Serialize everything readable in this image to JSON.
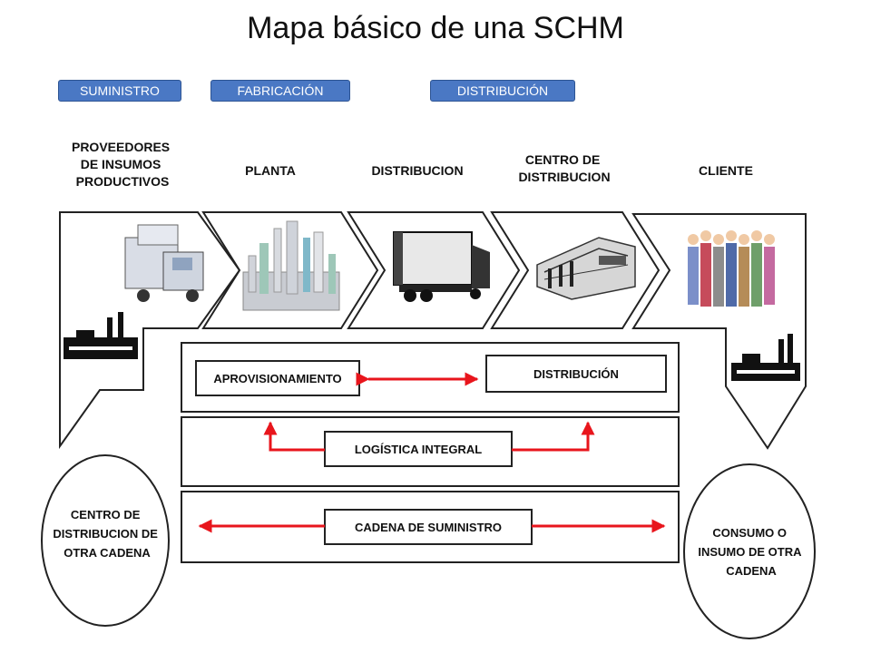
{
  "title": "Mapa básico de una SCHM",
  "stage_tags": [
    "SUMINISTRO",
    "FABRICACIÓN",
    "DISTRIBUCIÓN"
  ],
  "stages": [
    {
      "lines": [
        "PROVEEDORES",
        "DE INSUMOS",
        "PRODUCTIVOS"
      ],
      "icon": "truck-icon"
    },
    {
      "lines": [
        "PLANTA"
      ],
      "icon": "factory-plant-icon"
    },
    {
      "lines": [
        "DISTRIBUCION"
      ],
      "icon": "trailer-truck-icon"
    },
    {
      "lines": [
        "CENTRO DE",
        "DISTRIBUCION"
      ],
      "icon": "warehouse-icon"
    },
    {
      "lines": [
        "CLIENTE"
      ],
      "icon": "people-group-icon"
    }
  ],
  "flows": {
    "aprovisionamiento": "APROVISIONAMIENTO",
    "distribucion": "DISTRIBUCIÓN",
    "logistica_integral": "LOGÍSTICA INTEGRAL",
    "cadena_de_suministro": "CADENA DE SUMINISTRO"
  },
  "left_circle": [
    "CENTRO DE",
    "DISTRIBUCION DE",
    "OTRA CADENA"
  ],
  "right_circle": [
    "CONSUMO O",
    "INSUMO DE OTRA",
    "CADENA"
  ],
  "colors": {
    "arrow": "#e8151c",
    "tag": "#4a78c4",
    "outline": "#222222"
  }
}
